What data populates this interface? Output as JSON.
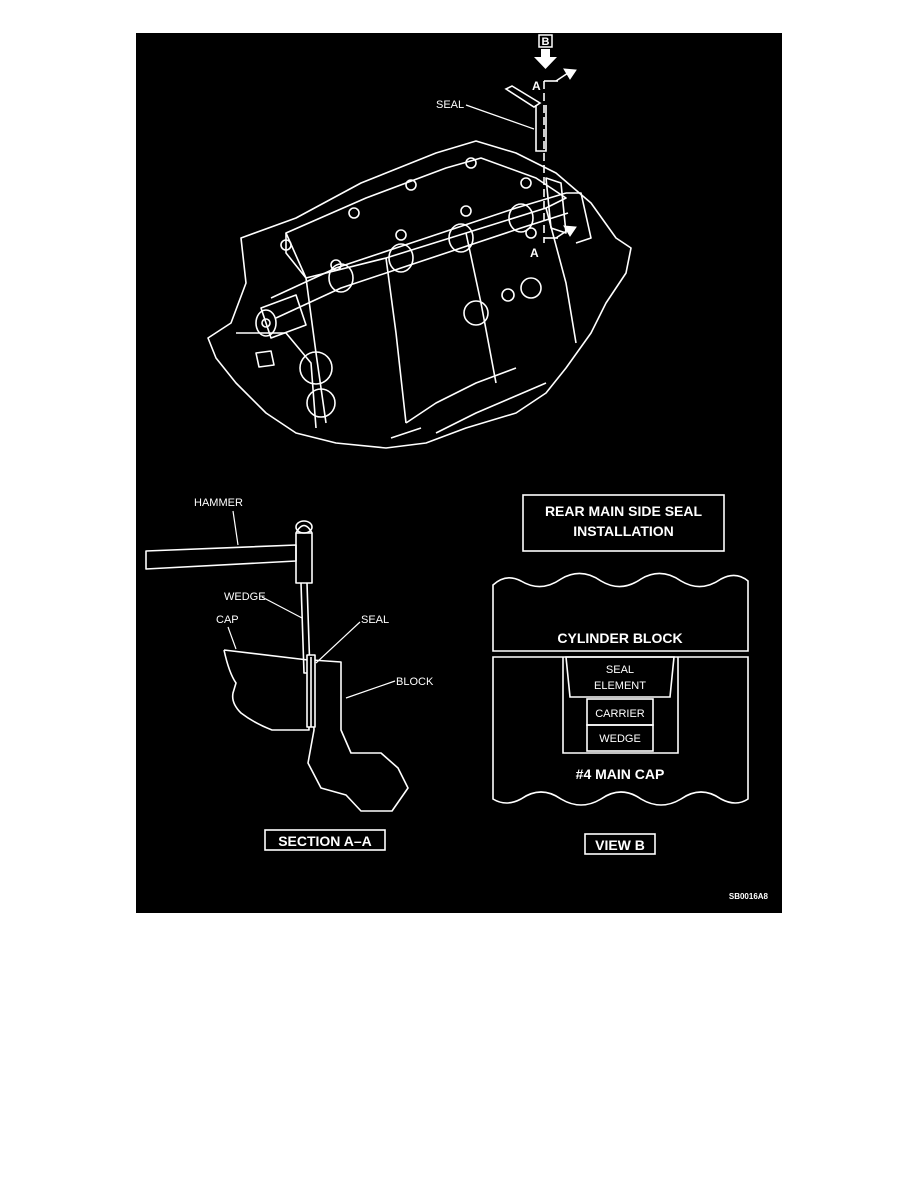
{
  "top_view": {
    "view_marker": "B",
    "section_marker_top": "A",
    "section_marker_bottom": "A",
    "seal_label": "SEAL"
  },
  "section_aa": {
    "hammer_label": "HAMMER",
    "wedge_label": "WEDGE",
    "cap_label": "CAP",
    "seal_label": "SEAL",
    "block_label": "BLOCK",
    "caption": "SECTION A–A"
  },
  "title_box": {
    "line1": "REAR MAIN SIDE SEAL",
    "line2": "INSTALLATION"
  },
  "view_b": {
    "cylinder_block_label": "CYLINDER BLOCK",
    "seal_element_line1": "SEAL",
    "seal_element_line2": "ELEMENT",
    "carrier_label": "CARRIER",
    "wedge_label": "WEDGE",
    "main_cap_label": "#4 MAIN CAP",
    "caption": "VIEW B"
  },
  "figure_id": "SB0016A8",
  "colors": {
    "background": "#000000",
    "ink": "#ffffff",
    "page": "#ffffff"
  }
}
